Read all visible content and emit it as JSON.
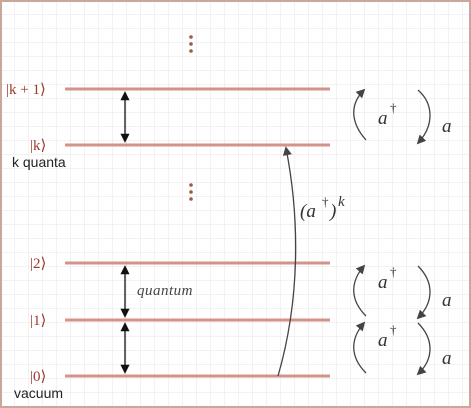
{
  "levels": {
    "k_plus_1": "|k + 1⟩",
    "k": "|k⟩",
    "two": "|2⟩",
    "one": "|1⟩",
    "zero": "|0⟩"
  },
  "captions": {
    "k_quanta": "k quanta",
    "vacuum": "vacuum",
    "quantum": "quantum"
  },
  "operators": {
    "creation": "a",
    "dagger": "†",
    "annihilation": "a",
    "power_base": "(a",
    "power_close": ")",
    "power_exp": "k"
  },
  "colors": {
    "level_line": "#d4938a",
    "label": "#9a3b2a",
    "grid": "#e4e4e4",
    "border": "#c9a89b",
    "dots": "#a05a40"
  }
}
